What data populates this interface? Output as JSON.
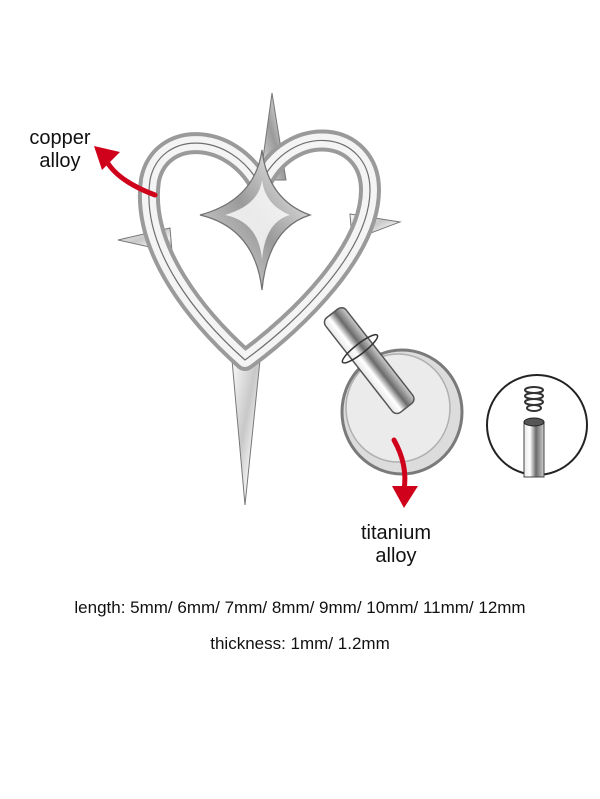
{
  "product": {
    "description": "heart star labret piercing with screw-in flat back",
    "colors": {
      "arrow": "#d0021b",
      "metal_light": "#f2f2f2",
      "metal_mid": "#b9b9b9",
      "metal_dark": "#6e6e6e",
      "text": "#111111",
      "background": "#ffffff"
    }
  },
  "annotations": {
    "top_material": {
      "line1": "copper",
      "line2": "alloy",
      "icon": "red-curved-arrow-up-left"
    },
    "bottom_material": {
      "line1": "titanium",
      "line2": "alloy",
      "icon": "red-curved-arrow-down"
    }
  },
  "inset": {
    "name": "internal-thread-detail",
    "description": "screw thread and hollow post close-up"
  },
  "specs": {
    "length": "length: 5mm/ 6mm/ 7mm/ 8mm/ 9mm/ 10mm/ 11mm/ 12mm",
    "thickness": "thickness: 1mm/ 1.2mm"
  }
}
